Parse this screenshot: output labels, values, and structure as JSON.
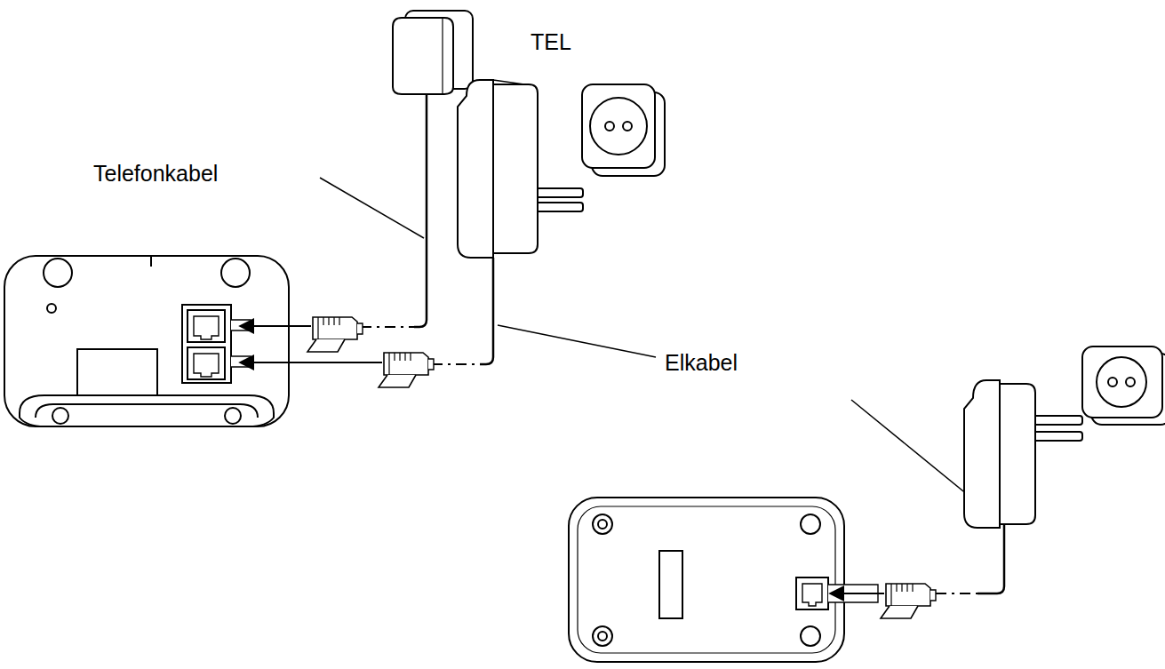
{
  "diagram": {
    "labels": [
      "TEL",
      "Telefonkabel",
      "Elkabel"
    ]
  }
}
